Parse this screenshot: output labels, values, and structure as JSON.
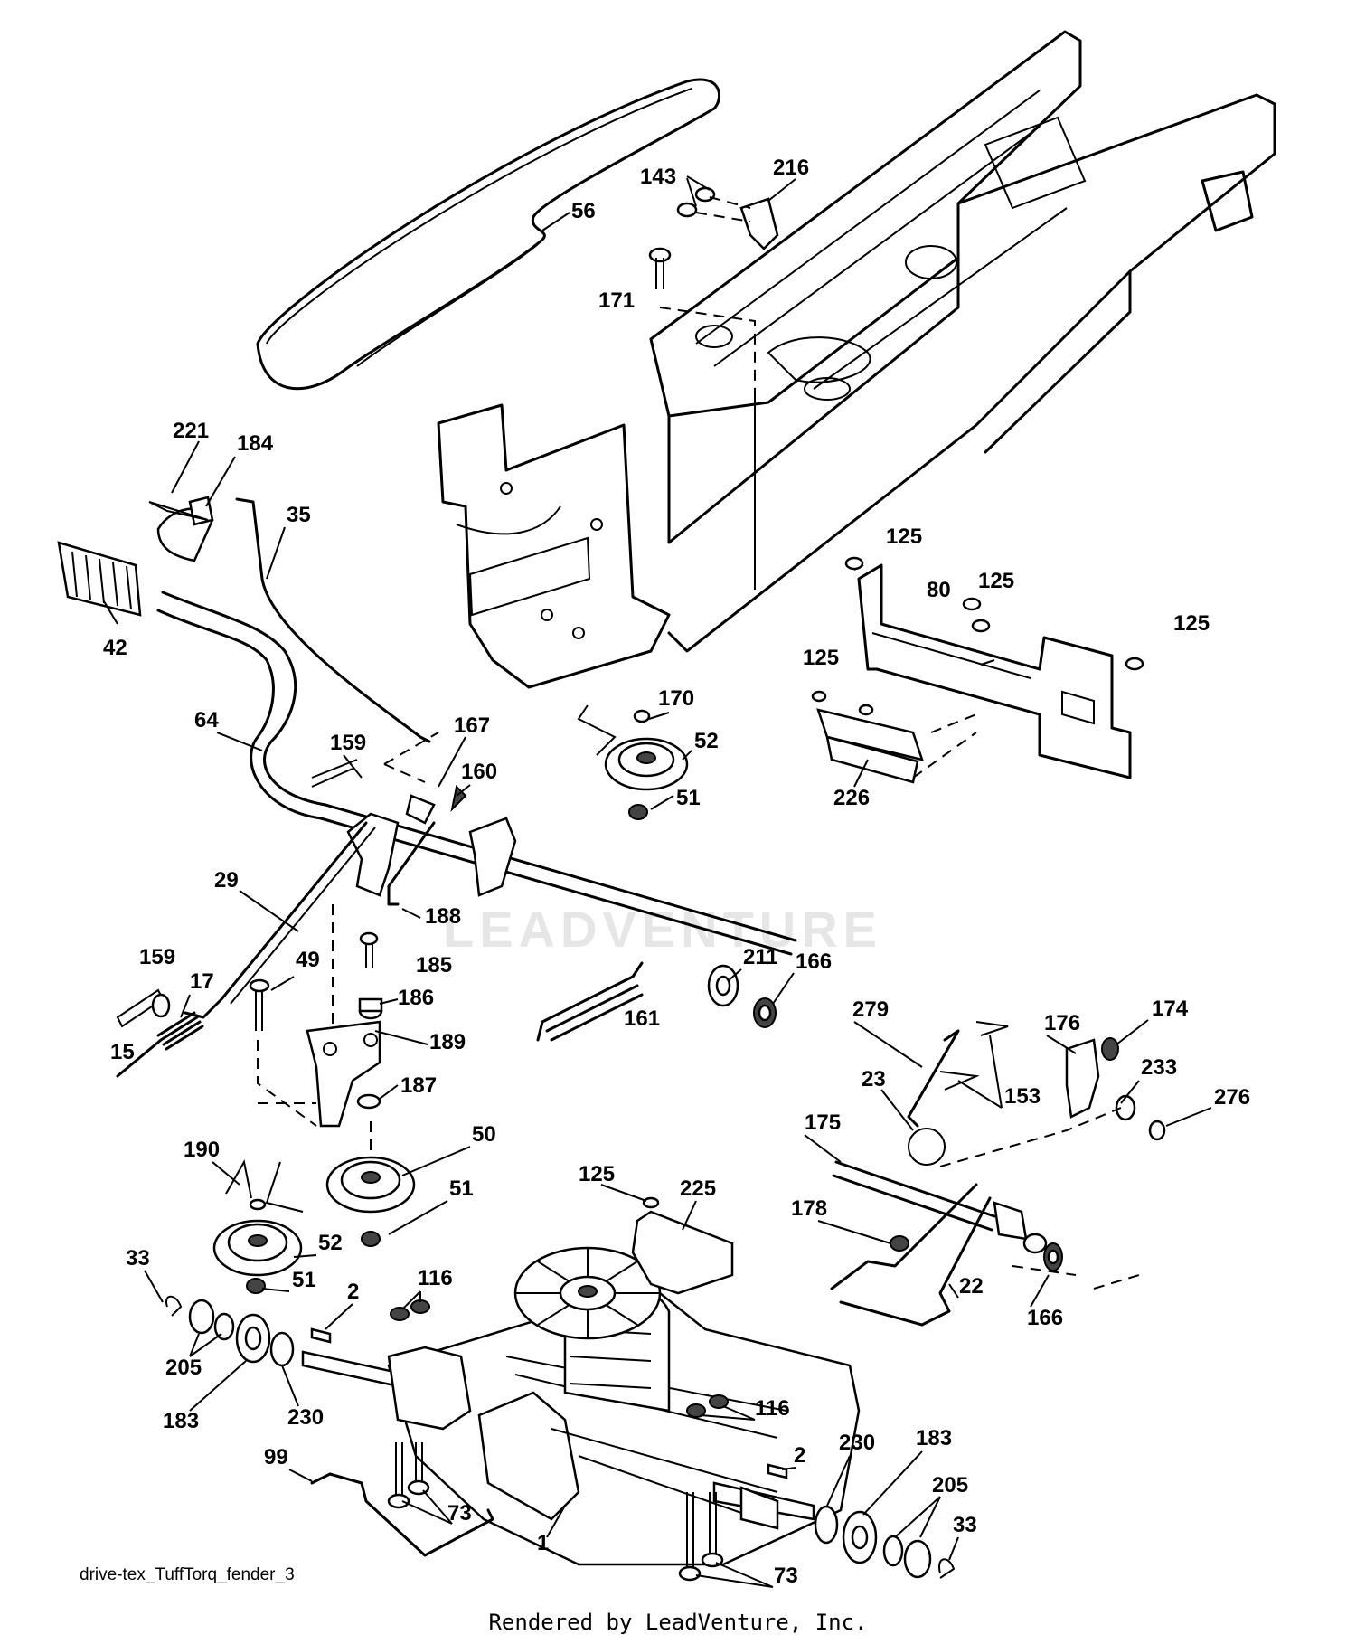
{
  "caption": "drive-tex_TuffTorq_fender_3",
  "footer": "Rendered by LeadVenture, Inc.",
  "watermark": "LEADVENTURE",
  "labels": {
    "p143": "143",
    "p216": "216",
    "p56": "56",
    "p171": "171",
    "p221": "221",
    "p184": "184",
    "p35": "35",
    "p42": "42",
    "p125a": "125",
    "p80": "80",
    "p125b": "125",
    "p125c": "125",
    "p125d": "125",
    "p64": "64",
    "p159a": "159",
    "p167": "167",
    "p160": "160",
    "p170": "170",
    "p52a": "52",
    "p51a": "51",
    "p226": "226",
    "p29": "29",
    "p188": "188",
    "p159b": "159",
    "p17": "17",
    "p49": "49",
    "p185": "185",
    "p186": "186",
    "p211": "211",
    "p166a": "166",
    "p161": "161",
    "p15": "15",
    "p189": "189",
    "p187": "187",
    "p279": "279",
    "p176": "176",
    "p174": "174",
    "p23": "23",
    "p233": "233",
    "p153": "153",
    "p276": "276",
    "p50": "50",
    "p190": "190",
    "p51b": "51",
    "p175": "175",
    "p125e": "125",
    "p225": "225",
    "p52b": "52",
    "p178": "178",
    "p33a": "33",
    "p51c": "51",
    "p116a": "116",
    "p2a": "2",
    "p22": "22",
    "p166b": "166",
    "p205a": "205",
    "p183a": "183",
    "p230a": "230",
    "p116b": "116",
    "p2b": "2",
    "p230b": "230",
    "p183b": "183",
    "p205b": "205",
    "p99": "99",
    "p73a": "73",
    "p1": "1",
    "p33b": "33",
    "p73b": "73"
  }
}
